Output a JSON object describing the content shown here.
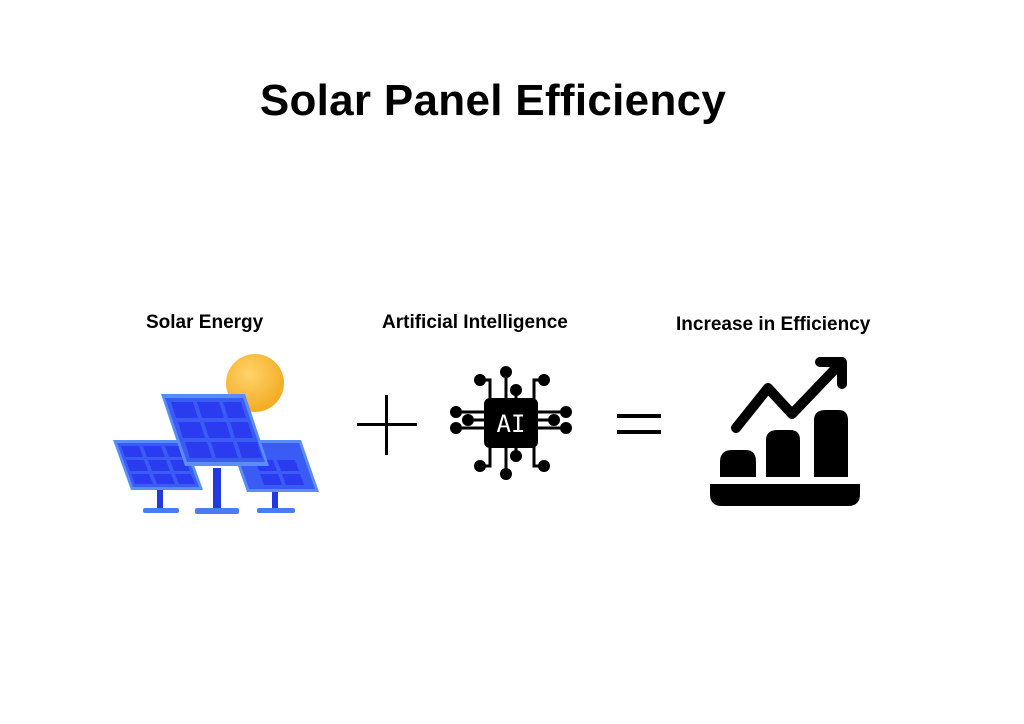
{
  "title": "Solar Panel Efficiency",
  "equation": {
    "items": [
      {
        "label": "Solar Energy",
        "icon": "solar-panel-icon"
      },
      {
        "label": "Artificial Intelligence",
        "icon": "ai-chip-icon",
        "chip_text": "AI"
      },
      {
        "label": "Increase in Efficiency",
        "icon": "growth-chart-icon"
      }
    ],
    "operators": [
      "plus-icon",
      "equals-icon"
    ]
  },
  "colors": {
    "panel_blue": "#3b5bf5",
    "panel_cell": "#2b3cf0",
    "panel_edge": "#5a8df7",
    "sun": "#f7b733",
    "ink": "#000000"
  }
}
